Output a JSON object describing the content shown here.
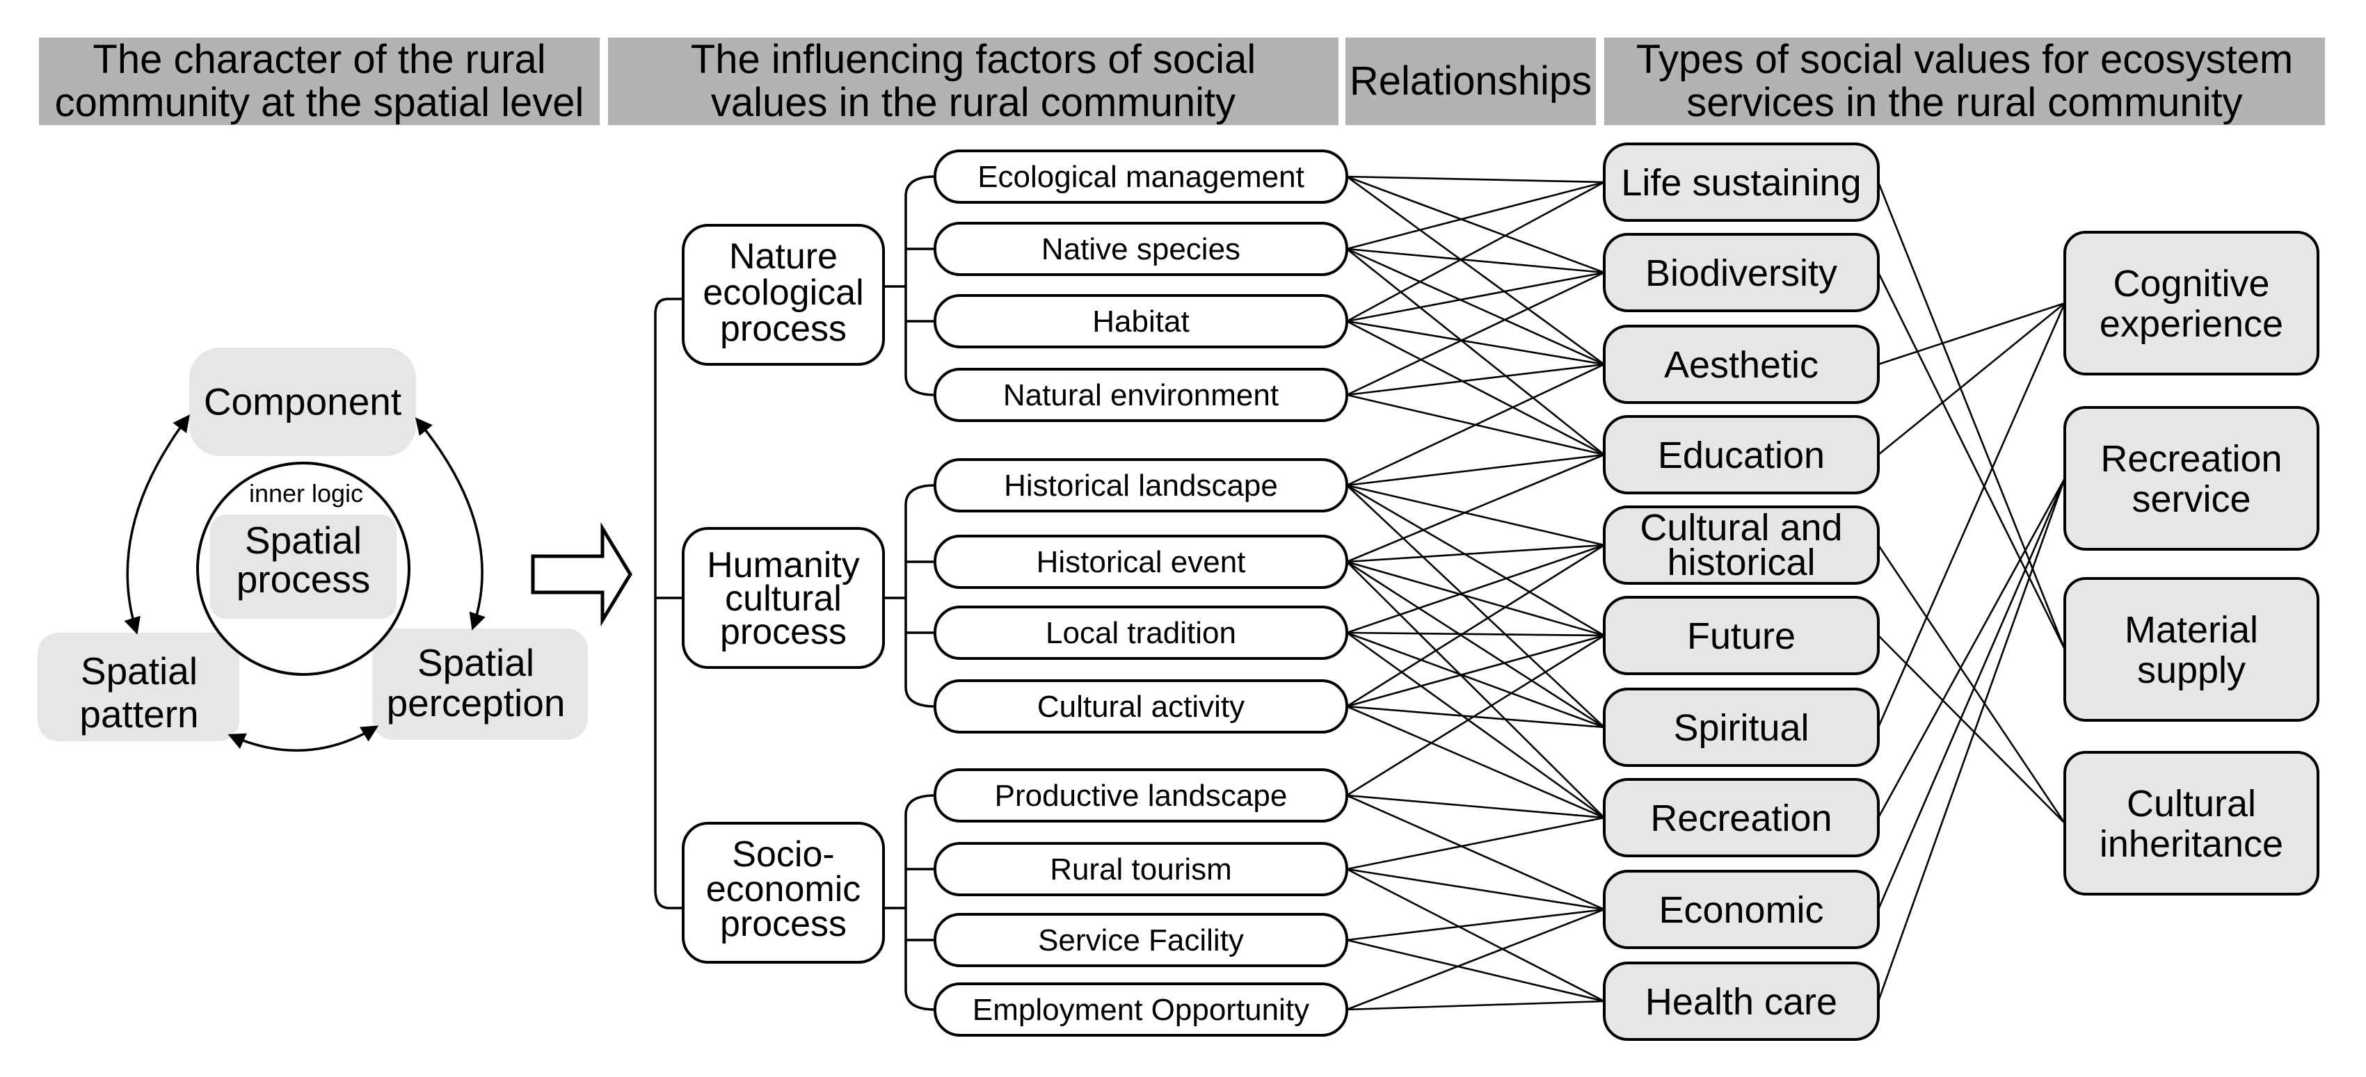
{
  "headers": {
    "col1": "The character of the rural\ncommunity at the spatial level",
    "col2": "The influencing factors of social\nvalues in the rural community",
    "col3": "Relationships",
    "col4": "Types of social values for ecosystem\nservices in the rural community"
  },
  "cycle": {
    "component": "Component",
    "spatial_pattern": [
      "Spatial",
      "pattern"
    ],
    "spatial_perception": [
      "Spatial",
      "perception"
    ],
    "inner_logic": "inner logic",
    "spatial_process": [
      "Spatial",
      "process"
    ]
  },
  "processes": [
    {
      "label": [
        "Nature",
        "ecological",
        "process"
      ]
    },
    {
      "label": [
        "Humanity",
        "cultural",
        "process"
      ]
    },
    {
      "label": [
        "Socio-",
        "economic",
        "process"
      ]
    }
  ],
  "factors": [
    "Ecological management",
    "Native species",
    "Habitat",
    "Natural environment",
    "Historical landscape",
    "Historical event",
    "Local tradition",
    "Cultural activity",
    "Productive landscape",
    "Rural tourism",
    "Service Facility",
    "Employment Opportunity"
  ],
  "values": [
    [
      "Life sustaining"
    ],
    [
      "Biodiversity"
    ],
    [
      "Aesthetic"
    ],
    [
      "Education"
    ],
    [
      "Cultural and",
      "historical"
    ],
    [
      "Future"
    ],
    [
      "Spiritual"
    ],
    [
      "Recreation"
    ],
    [
      "Economic"
    ],
    [
      "Health care"
    ]
  ],
  "categories": [
    [
      "Cognitive",
      "experience"
    ],
    [
      "Recreation",
      "service"
    ],
    [
      "Material",
      "supply"
    ],
    [
      "Cultural",
      "inheritance"
    ]
  ],
  "factor_value_links": [
    [
      0,
      0
    ],
    [
      0,
      1
    ],
    [
      0,
      2
    ],
    [
      1,
      0
    ],
    [
      1,
      1
    ],
    [
      1,
      2
    ],
    [
      1,
      3
    ],
    [
      2,
      0
    ],
    [
      2,
      1
    ],
    [
      2,
      2
    ],
    [
      2,
      3
    ],
    [
      3,
      1
    ],
    [
      3,
      2
    ],
    [
      3,
      3
    ],
    [
      4,
      2
    ],
    [
      4,
      3
    ],
    [
      4,
      4
    ],
    [
      4,
      5
    ],
    [
      4,
      6
    ],
    [
      5,
      3
    ],
    [
      5,
      4
    ],
    [
      5,
      5
    ],
    [
      5,
      6
    ],
    [
      5,
      7
    ],
    [
      6,
      4
    ],
    [
      6,
      5
    ],
    [
      6,
      6
    ],
    [
      6,
      7
    ],
    [
      7,
      4
    ],
    [
      7,
      5
    ],
    [
      7,
      6
    ],
    [
      7,
      7
    ],
    [
      8,
      5
    ],
    [
      8,
      7
    ],
    [
      8,
      8
    ],
    [
      9,
      7
    ],
    [
      9,
      8
    ],
    [
      9,
      9
    ],
    [
      10,
      8
    ],
    [
      10,
      9
    ],
    [
      11,
      8
    ],
    [
      11,
      9
    ]
  ],
  "value_category_links": [
    [
      0,
      2
    ],
    [
      1,
      2
    ],
    [
      2,
      0
    ],
    [
      3,
      0
    ],
    [
      4,
      3
    ],
    [
      5,
      3
    ],
    [
      6,
      0
    ],
    [
      7,
      1
    ],
    [
      8,
      1
    ],
    [
      9,
      1
    ]
  ]
}
